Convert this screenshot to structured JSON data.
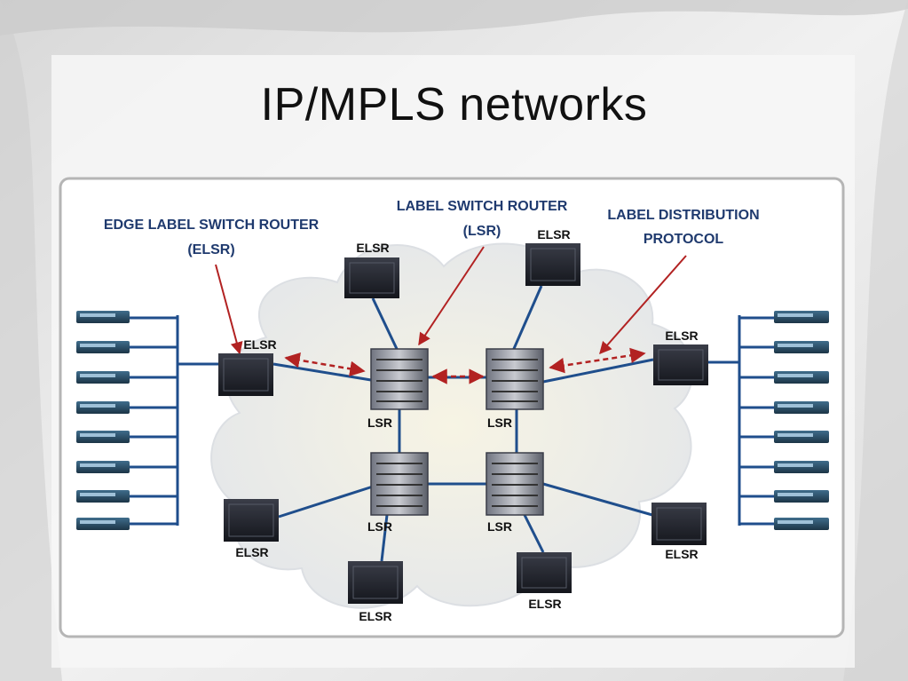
{
  "slide": {
    "title": "IP/MPLS networks"
  },
  "diagram": {
    "callouts": {
      "elsr_line1": "EDGE LABEL SWITCH ROUTER",
      "elsr_line2": "(ELSR)",
      "lsr_line1": "LABEL SWITCH ROUTER",
      "lsr_line2": "(LSR)",
      "ldp_line1": "LABEL DISTRIBUTION",
      "ldp_line2": "PROTOCOL"
    },
    "elsr_label": "ELSR",
    "lsr_label": "LSR",
    "colors": {
      "callout_text": "#1f3a6e",
      "link": "#1f4e8c",
      "arrow": "#b22222",
      "cloud": "#eef0e0",
      "device": "#1a1c24"
    },
    "icons": [
      "edge-router-icon",
      "core-router-icon",
      "host-switch-icon",
      "cloud-icon"
    ]
  }
}
